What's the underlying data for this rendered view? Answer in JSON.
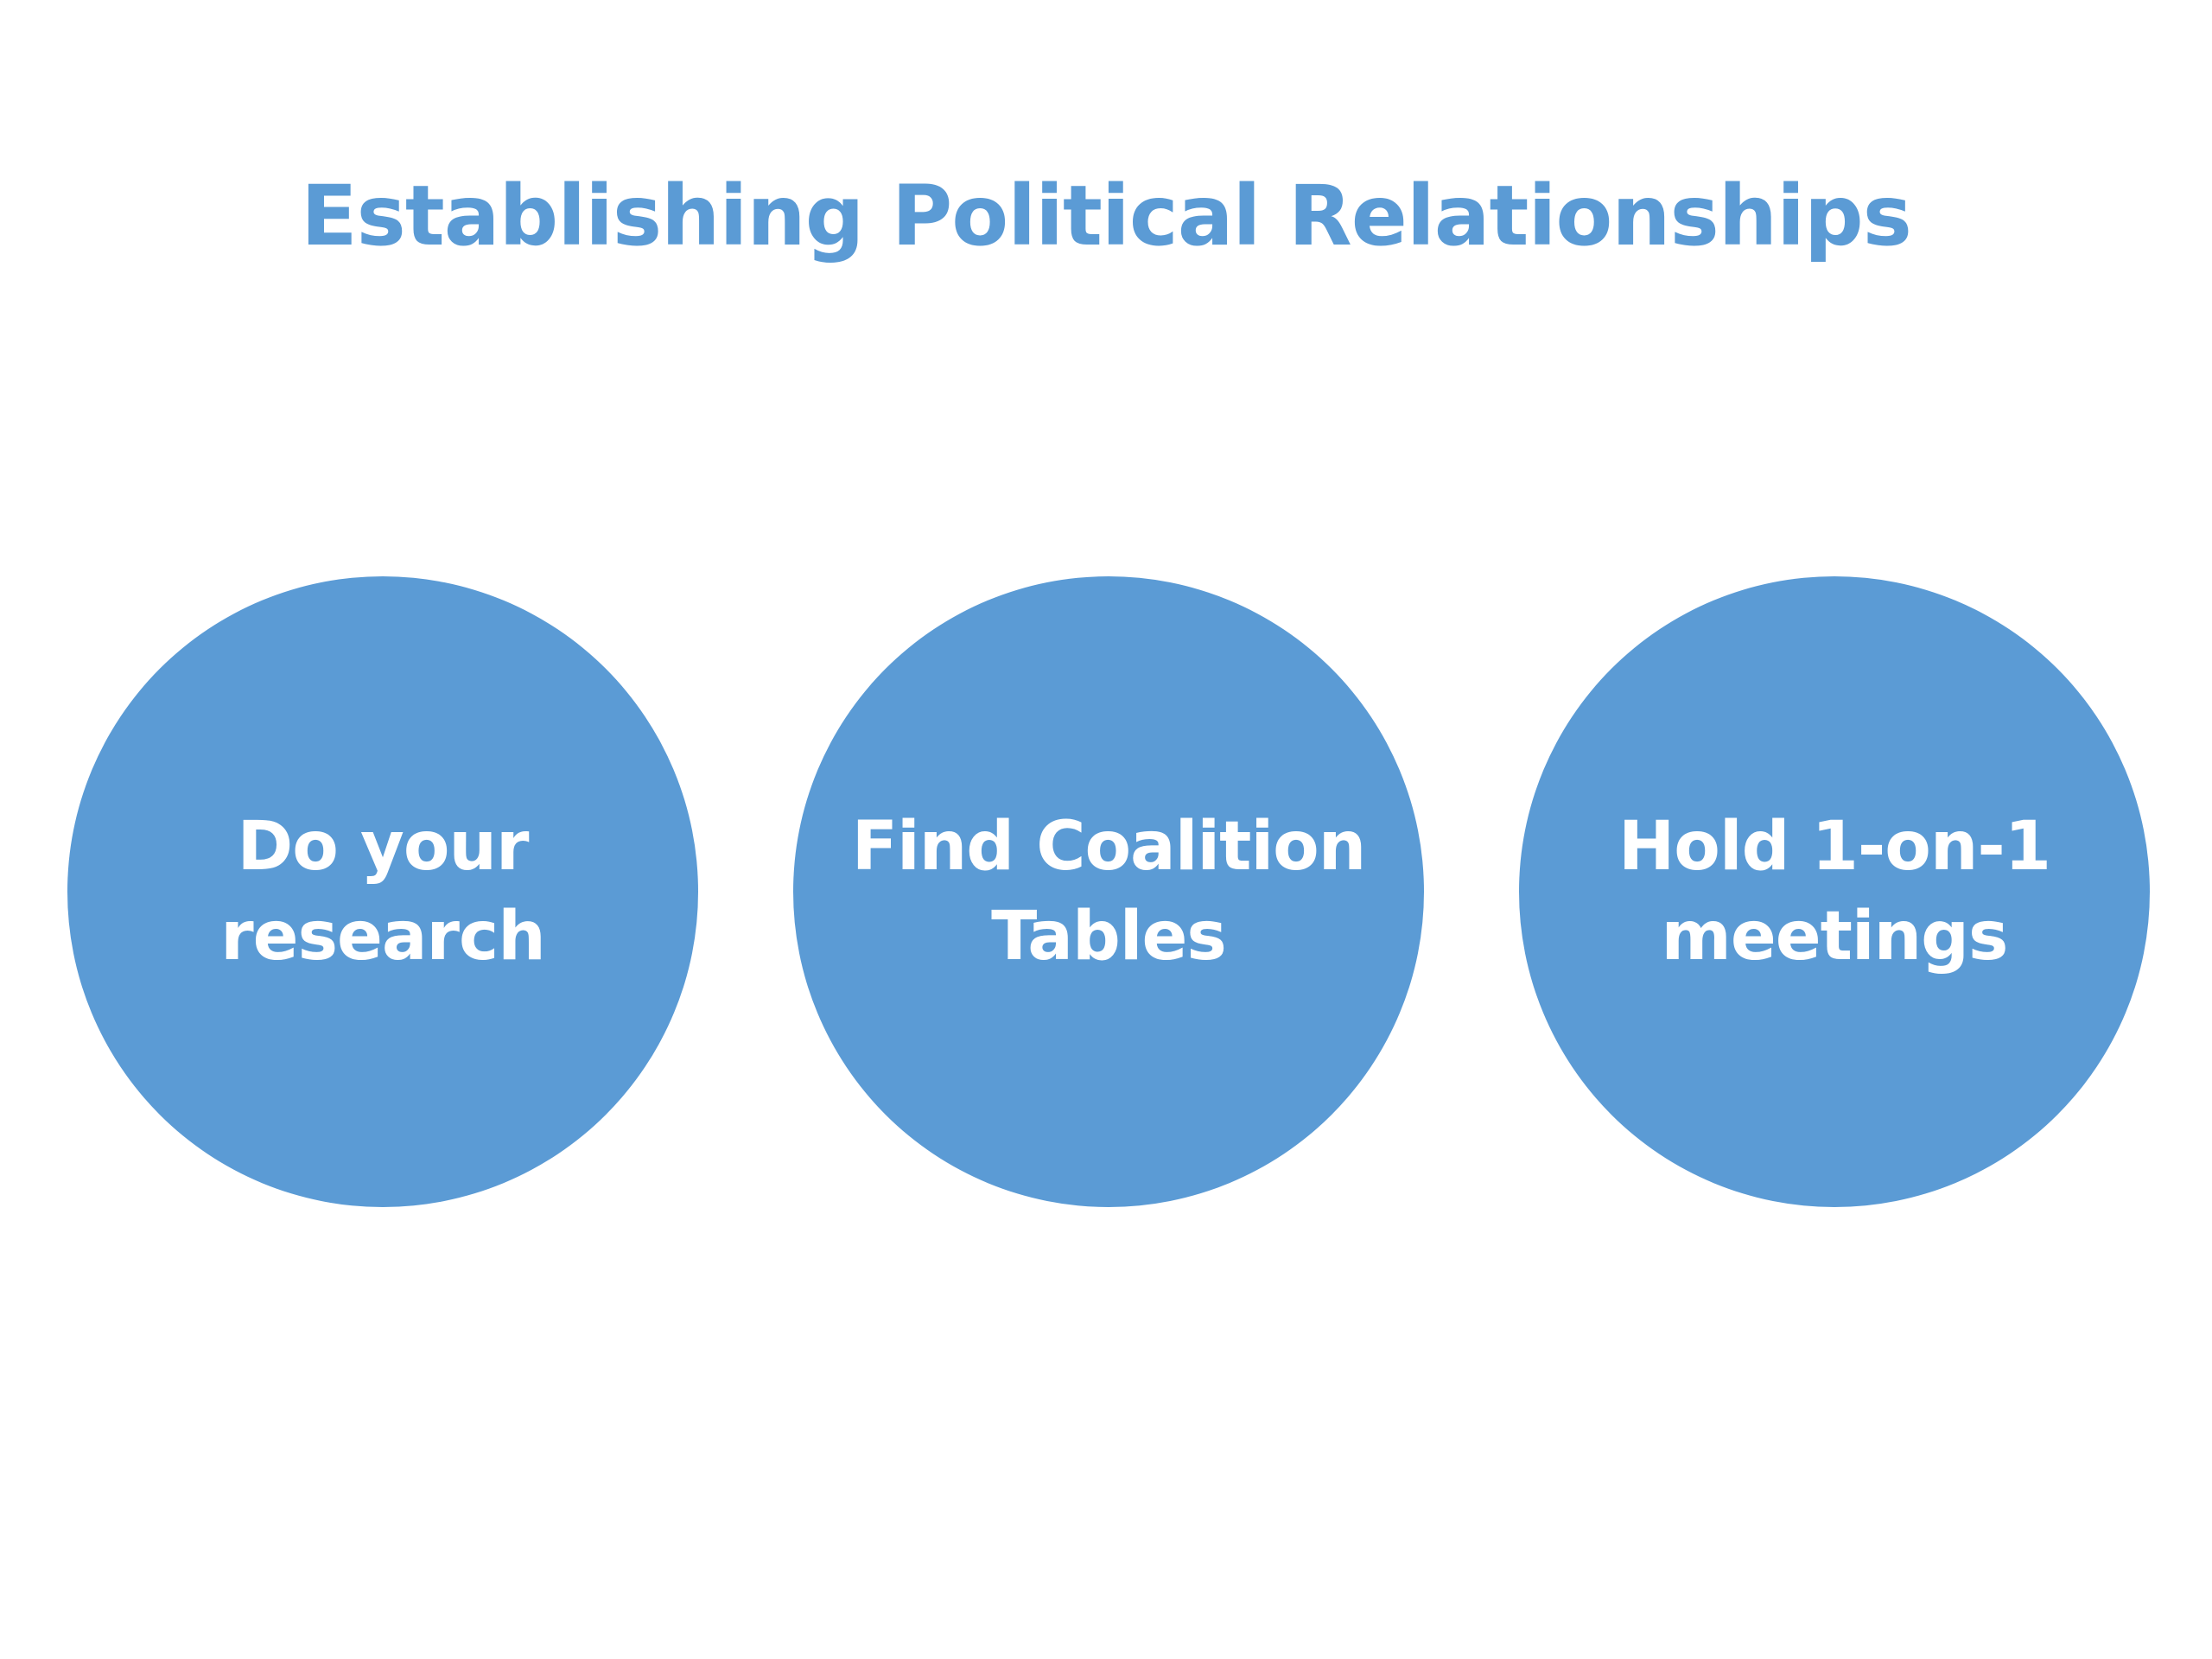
{
  "title": "Establishing Political Relationships",
  "colors": {
    "accent": "#5b9bd5",
    "background": "#ffffff",
    "circle_text": "#ffffff"
  },
  "steps": [
    {
      "line1": "Do your",
      "line2": "research"
    },
    {
      "line1": "Find Coalition",
      "line2": "Tables"
    },
    {
      "line1": "Hold 1-on-1",
      "line2": "meetings"
    }
  ]
}
